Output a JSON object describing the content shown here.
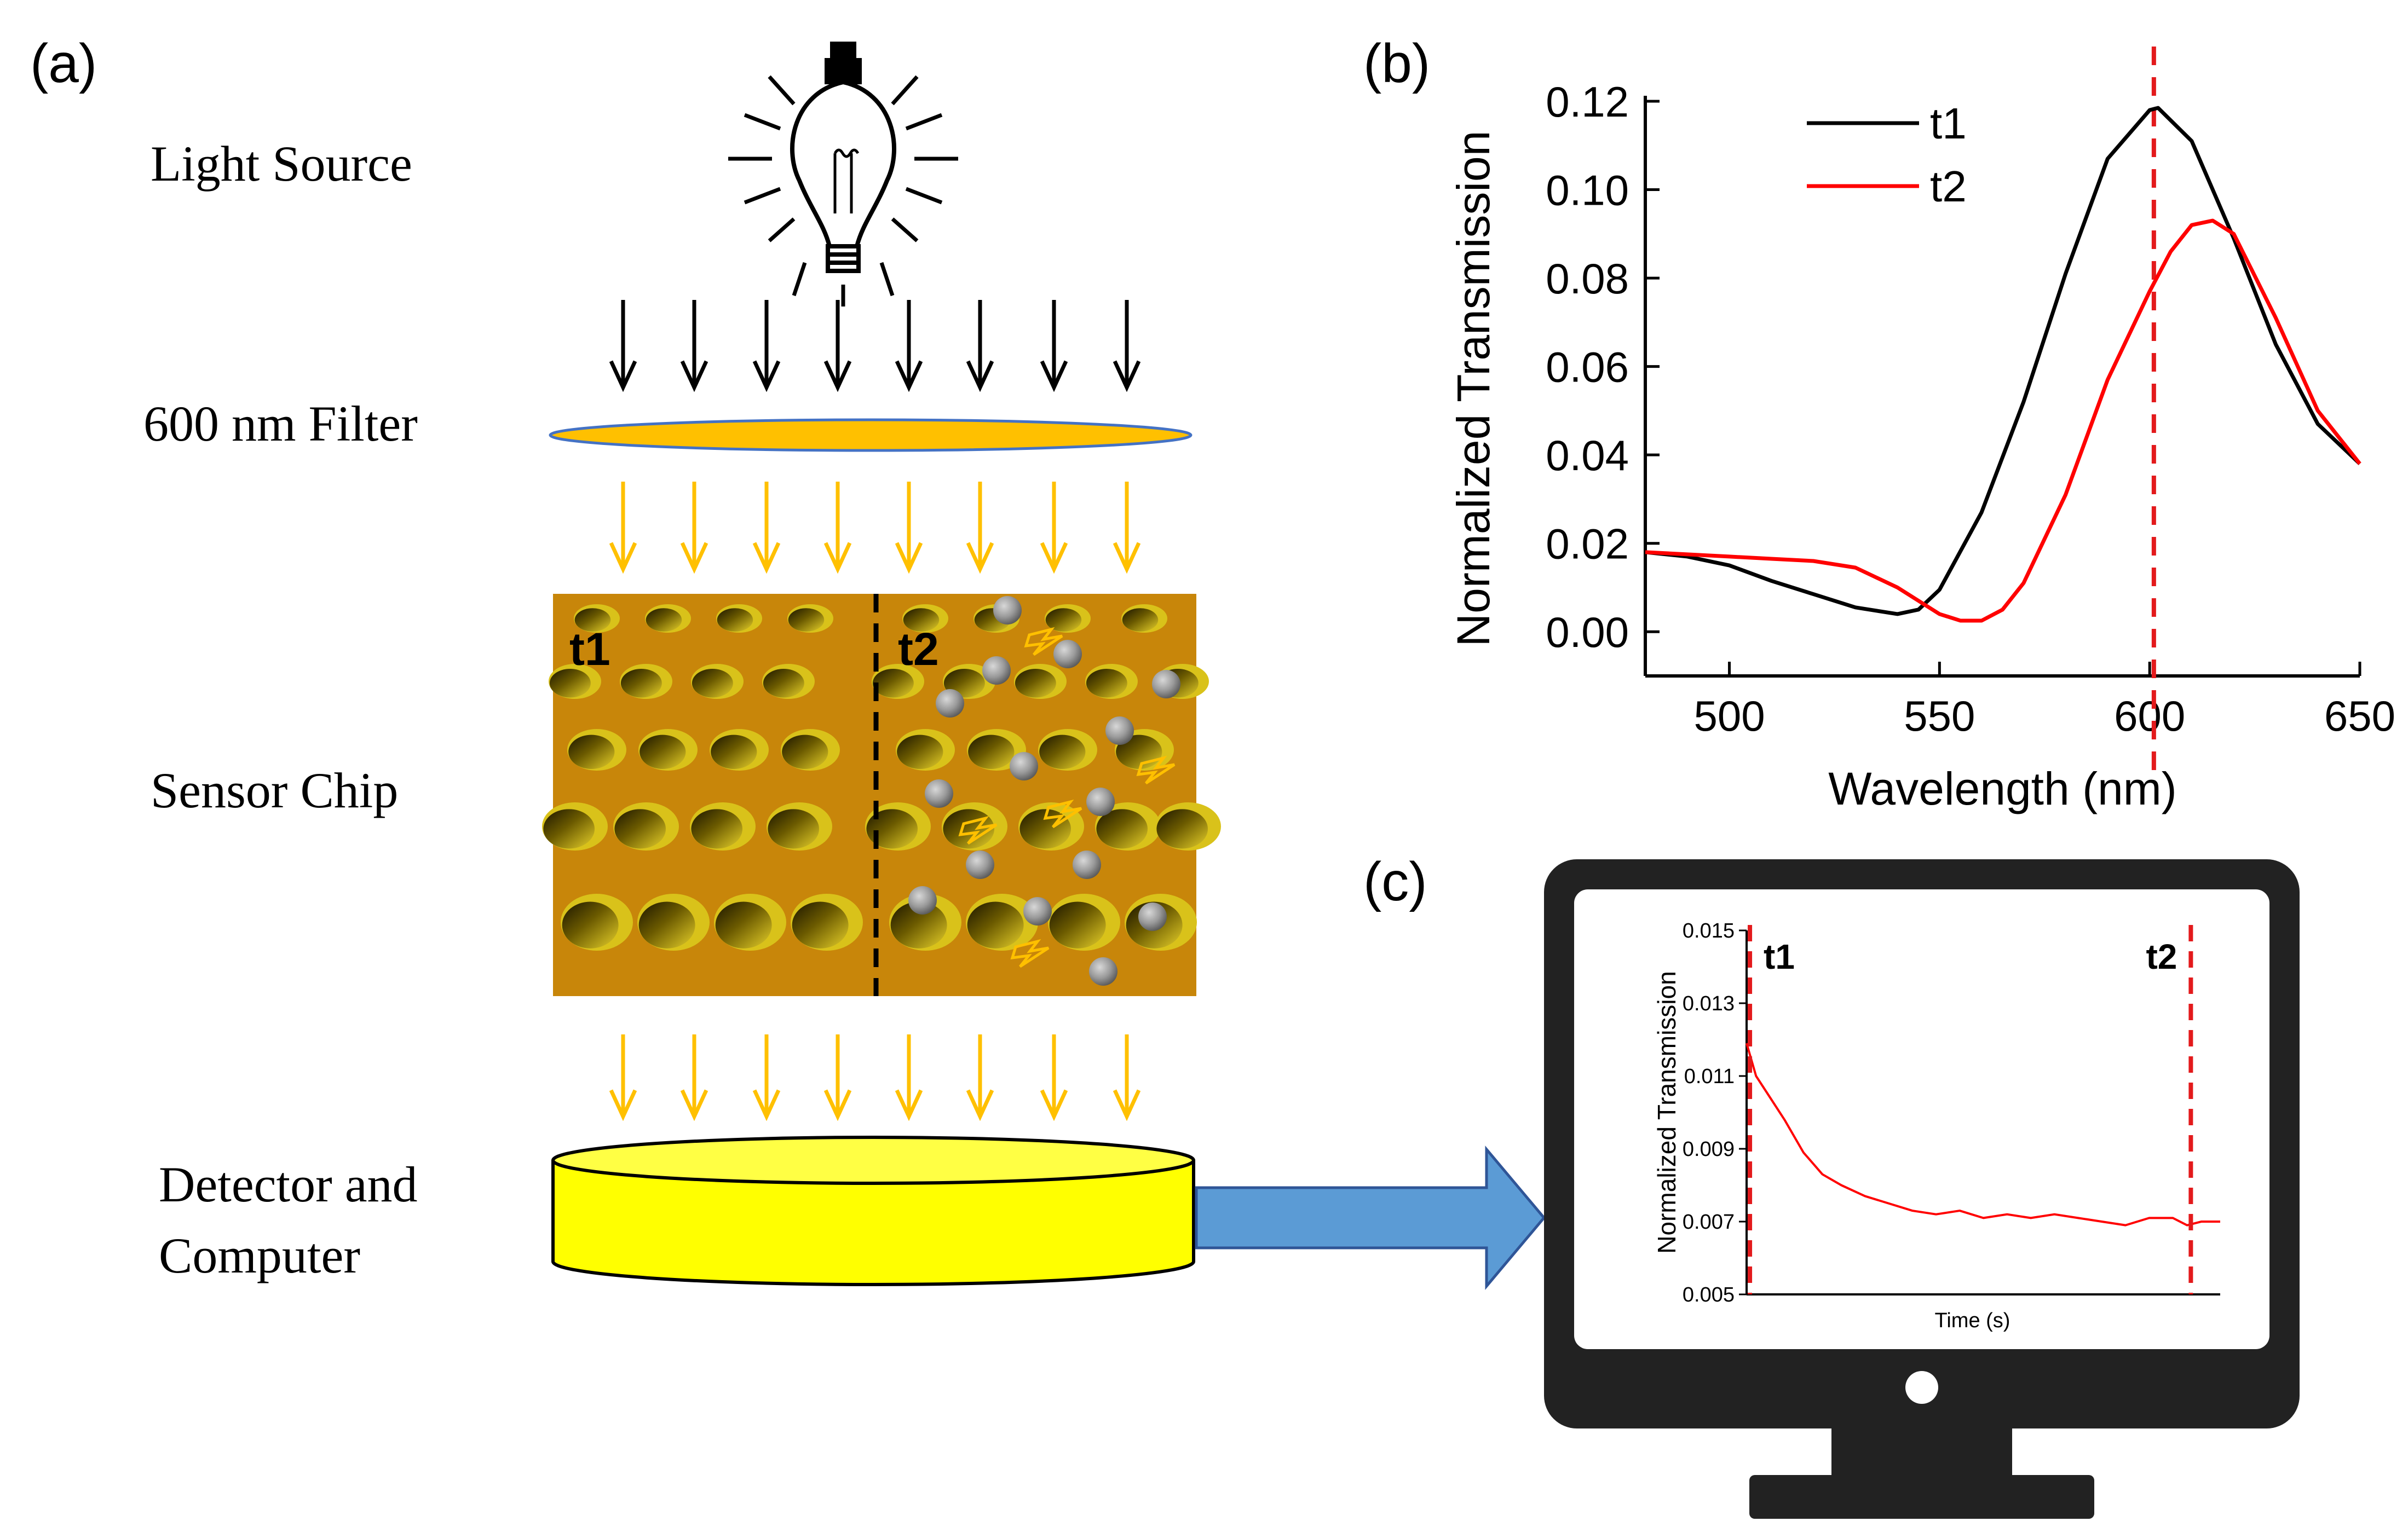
{
  "panel_labels": {
    "a": "(a)",
    "b": "(b)",
    "c": "(c)"
  },
  "stage_labels": {
    "light_source": "Light Source",
    "filter": "600 nm Filter",
    "sensor_chip": "Sensor Chip",
    "detector_line1": "Detector and",
    "detector_line2": "Computer"
  },
  "chip_labels": {
    "t1": "t1",
    "t2": "t2"
  },
  "colors": {
    "filter": "#FFC000",
    "chip": "#C8860A",
    "hole": "#D9C21A",
    "particle": "#9A9A9A",
    "detector": "#FFFF00",
    "arrow_black": "#000000",
    "arrow_yellow": "#FFC000",
    "big_arrow": "#5B9BD5",
    "series_t1": "#000000",
    "series_t2": "#FF0000",
    "marker": "#E31A1C",
    "monitor": "#222222"
  },
  "chart_data": [
    {
      "type": "line",
      "panel": "(b)",
      "xlabel": "Wavelength (nm)",
      "ylabel": "Normalized Transmission",
      "xlim": [
        480,
        650
      ],
      "ylim": [
        -0.01,
        0.12
      ],
      "xticks": [
        500,
        550,
        600,
        650
      ],
      "xtick_labels": [
        "500",
        "550",
        "600",
        "650"
      ],
      "yticks": [
        0.0,
        0.02,
        0.04,
        0.06,
        0.08,
        0.1,
        0.12
      ],
      "ytick_labels": [
        "0.00",
        "0.02",
        "0.04",
        "0.06",
        "0.08",
        "0.10",
        "0.12"
      ],
      "legend": "top-left",
      "grid": false,
      "vline": 601,
      "series": [
        {
          "name": "t1",
          "color": "#000000",
          "x": [
            480,
            490,
            500,
            510,
            520,
            530,
            540,
            545,
            550,
            560,
            570,
            580,
            590,
            600,
            602,
            610,
            620,
            630,
            640,
            650
          ],
          "y": [
            0.018,
            0.017,
            0.015,
            0.0115,
            0.0085,
            0.0055,
            0.004,
            0.005,
            0.0095,
            0.027,
            0.052,
            0.081,
            0.107,
            0.118,
            0.1185,
            0.111,
            0.089,
            0.065,
            0.047,
            0.038
          ]
        },
        {
          "name": "t2",
          "color": "#FF0000",
          "x": [
            480,
            490,
            500,
            510,
            520,
            530,
            540,
            550,
            555,
            560,
            565,
            570,
            580,
            590,
            600,
            605,
            610,
            615,
            620,
            630,
            640,
            650
          ],
          "y": [
            0.018,
            0.0175,
            0.017,
            0.0165,
            0.016,
            0.0145,
            0.01,
            0.004,
            0.0025,
            0.0025,
            0.005,
            0.011,
            0.031,
            0.057,
            0.077,
            0.086,
            0.092,
            0.093,
            0.09,
            0.071,
            0.05,
            0.038
          ]
        }
      ]
    },
    {
      "type": "line",
      "panel": "(c)",
      "xlabel": "Time (s)",
      "ylabel": "Normalized Transmission",
      "xlim": [
        0,
        100
      ],
      "ylim": [
        0.005,
        0.015
      ],
      "yticks": [
        0.005,
        0.007,
        0.009,
        0.011,
        0.013,
        0.015
      ],
      "ytick_labels": [
        "0.005",
        "0.007",
        "0.009",
        "0.011",
        "0.013",
        "0.015"
      ],
      "markers": [
        {
          "x": 0.7,
          "label": "t1"
        },
        {
          "x": 93.8,
          "label": "t2"
        }
      ],
      "series": [
        {
          "color": "#FF0000",
          "x": [
            0,
            2,
            5,
            8,
            12,
            16,
            20,
            25,
            30,
            35,
            40,
            45,
            50,
            55,
            60,
            65,
            70,
            75,
            80,
            85,
            90,
            93,
            96,
            100
          ],
          "y": [
            0.0119,
            0.011,
            0.0104,
            0.0098,
            0.0089,
            0.0083,
            0.008,
            0.0077,
            0.0075,
            0.0073,
            0.0072,
            0.0073,
            0.0071,
            0.0072,
            0.0071,
            0.0072,
            0.0071,
            0.007,
            0.0069,
            0.0071,
            0.0071,
            0.0069,
            0.007,
            0.007
          ]
        }
      ]
    }
  ]
}
